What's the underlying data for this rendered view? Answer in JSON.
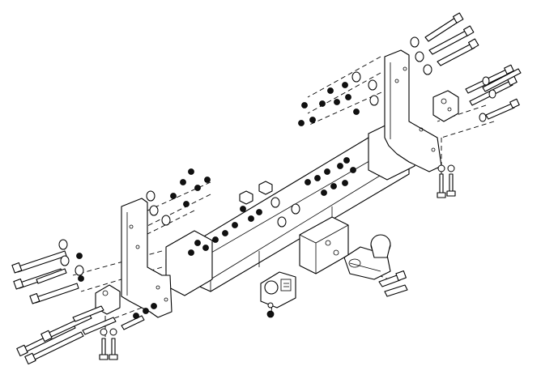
{
  "diagram": {
    "subject": "tow-bar-assembly-exploded-view",
    "colors": {
      "line": "#000000",
      "background": "#ffffff",
      "nut_fill": "#111111"
    },
    "parts": [
      "main-crossbar",
      "left-side-bracket",
      "right-side-bracket",
      "tow-ball",
      "electrical-socket-plate",
      "bolts",
      "washers",
      "nuts"
    ]
  }
}
